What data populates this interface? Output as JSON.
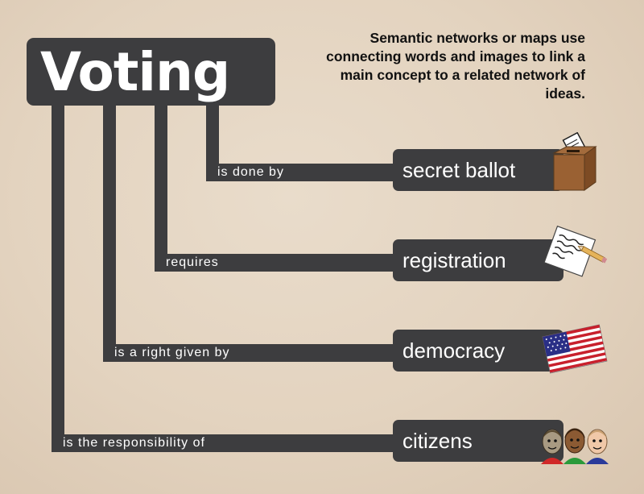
{
  "title": "Voting",
  "caption": "Semantic networks or maps use connecting words and images to link a main concept to a related network of ideas.",
  "links": [
    {
      "label": "is done by",
      "node": "secret ballot",
      "icon": "ballot-box-icon"
    },
    {
      "label": "requires",
      "node": "registration",
      "icon": "paper-pencil-icon"
    },
    {
      "label": "is a right given by",
      "node": "democracy",
      "icon": "us-flag-icon"
    },
    {
      "label": "is the responsibility of",
      "node": "citizens",
      "icon": "people-faces-icon"
    }
  ],
  "colors": {
    "background": "#e3d3bf",
    "bars": "#3d3d3f",
    "text_light": "#ffffff",
    "text_dark": "#111111"
  }
}
